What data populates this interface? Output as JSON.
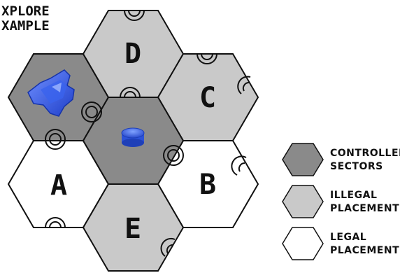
{
  "title": {
    "line1": "XPLORE",
    "line2": "XAMPLE"
  },
  "colors": {
    "controlled_fill": "#8a8a8a",
    "illegal_fill": "#c9c9c9",
    "legal_fill": "#ffffff",
    "stroke": "#111111",
    "ship": "#2a52e0",
    "token": "#3d6be8"
  },
  "hexes": [
    {
      "id": "controlled-ship",
      "label": "",
      "status": "controlled",
      "piece": "ship-icon"
    },
    {
      "id": "D",
      "label": "D",
      "status": "illegal",
      "piece": ""
    },
    {
      "id": "C",
      "label": "C",
      "status": "illegal",
      "piece": ""
    },
    {
      "id": "controlled-token",
      "label": "",
      "status": "controlled",
      "piece": "token-icon"
    },
    {
      "id": "A",
      "label": "A",
      "status": "legal",
      "piece": ""
    },
    {
      "id": "B",
      "label": "B",
      "status": "legal",
      "piece": ""
    },
    {
      "id": "E",
      "label": "E",
      "status": "illegal",
      "piece": ""
    }
  ],
  "legend": [
    {
      "status": "controlled",
      "line1": "CONTROLLED",
      "line2": "SECTORS"
    },
    {
      "status": "illegal",
      "line1": "ILLEGAL",
      "line2": "PLACEMENT"
    },
    {
      "status": "legal",
      "line1": "LEGAL",
      "line2": "PLACEMENT"
    }
  ]
}
